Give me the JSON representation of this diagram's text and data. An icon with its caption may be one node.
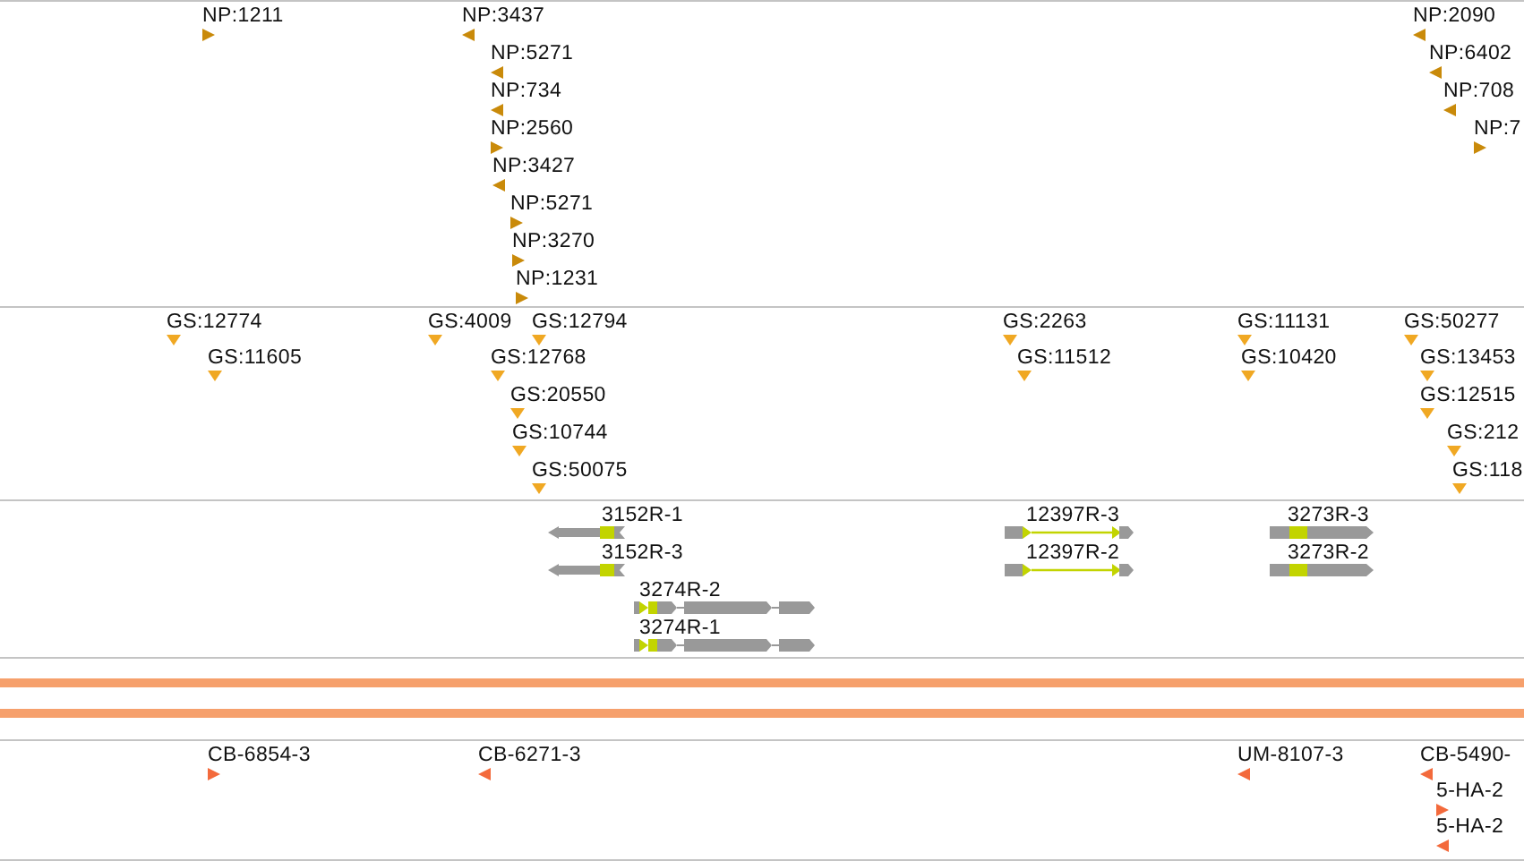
{
  "diagram": {
    "labels": [
      "NP:1211",
      "NP:3437",
      "NP:5271",
      "NP:734",
      "NP:2560",
      "NP:3427",
      "NP:5271",
      "NP:3270",
      "NP:1231",
      "NP:2090",
      "NP:6402",
      "NP:708",
      "NP:7",
      "GS:12774",
      "GS:11605",
      "GS:4009",
      "GS:12794",
      "GS:12768",
      "GS:20550",
      "GS:10744",
      "GS:50075",
      "GS:2263",
      "GS:11512",
      "GS:11131",
      "GS:10420",
      "GS:50277",
      "GS:13453",
      "GS:12515",
      "GS:212",
      "GS:118",
      "3152R-1",
      "3152R-3",
      "3274R-2",
      "3274R-1",
      "12397R-3",
      "12397R-2",
      "3273R-3",
      "3273R-2",
      "CB-6854-3",
      "CB-6271-3",
      "UM-8107-3",
      "CB-5490-",
      "5-HA-2",
      "5-HA-2"
    ]
  }
}
